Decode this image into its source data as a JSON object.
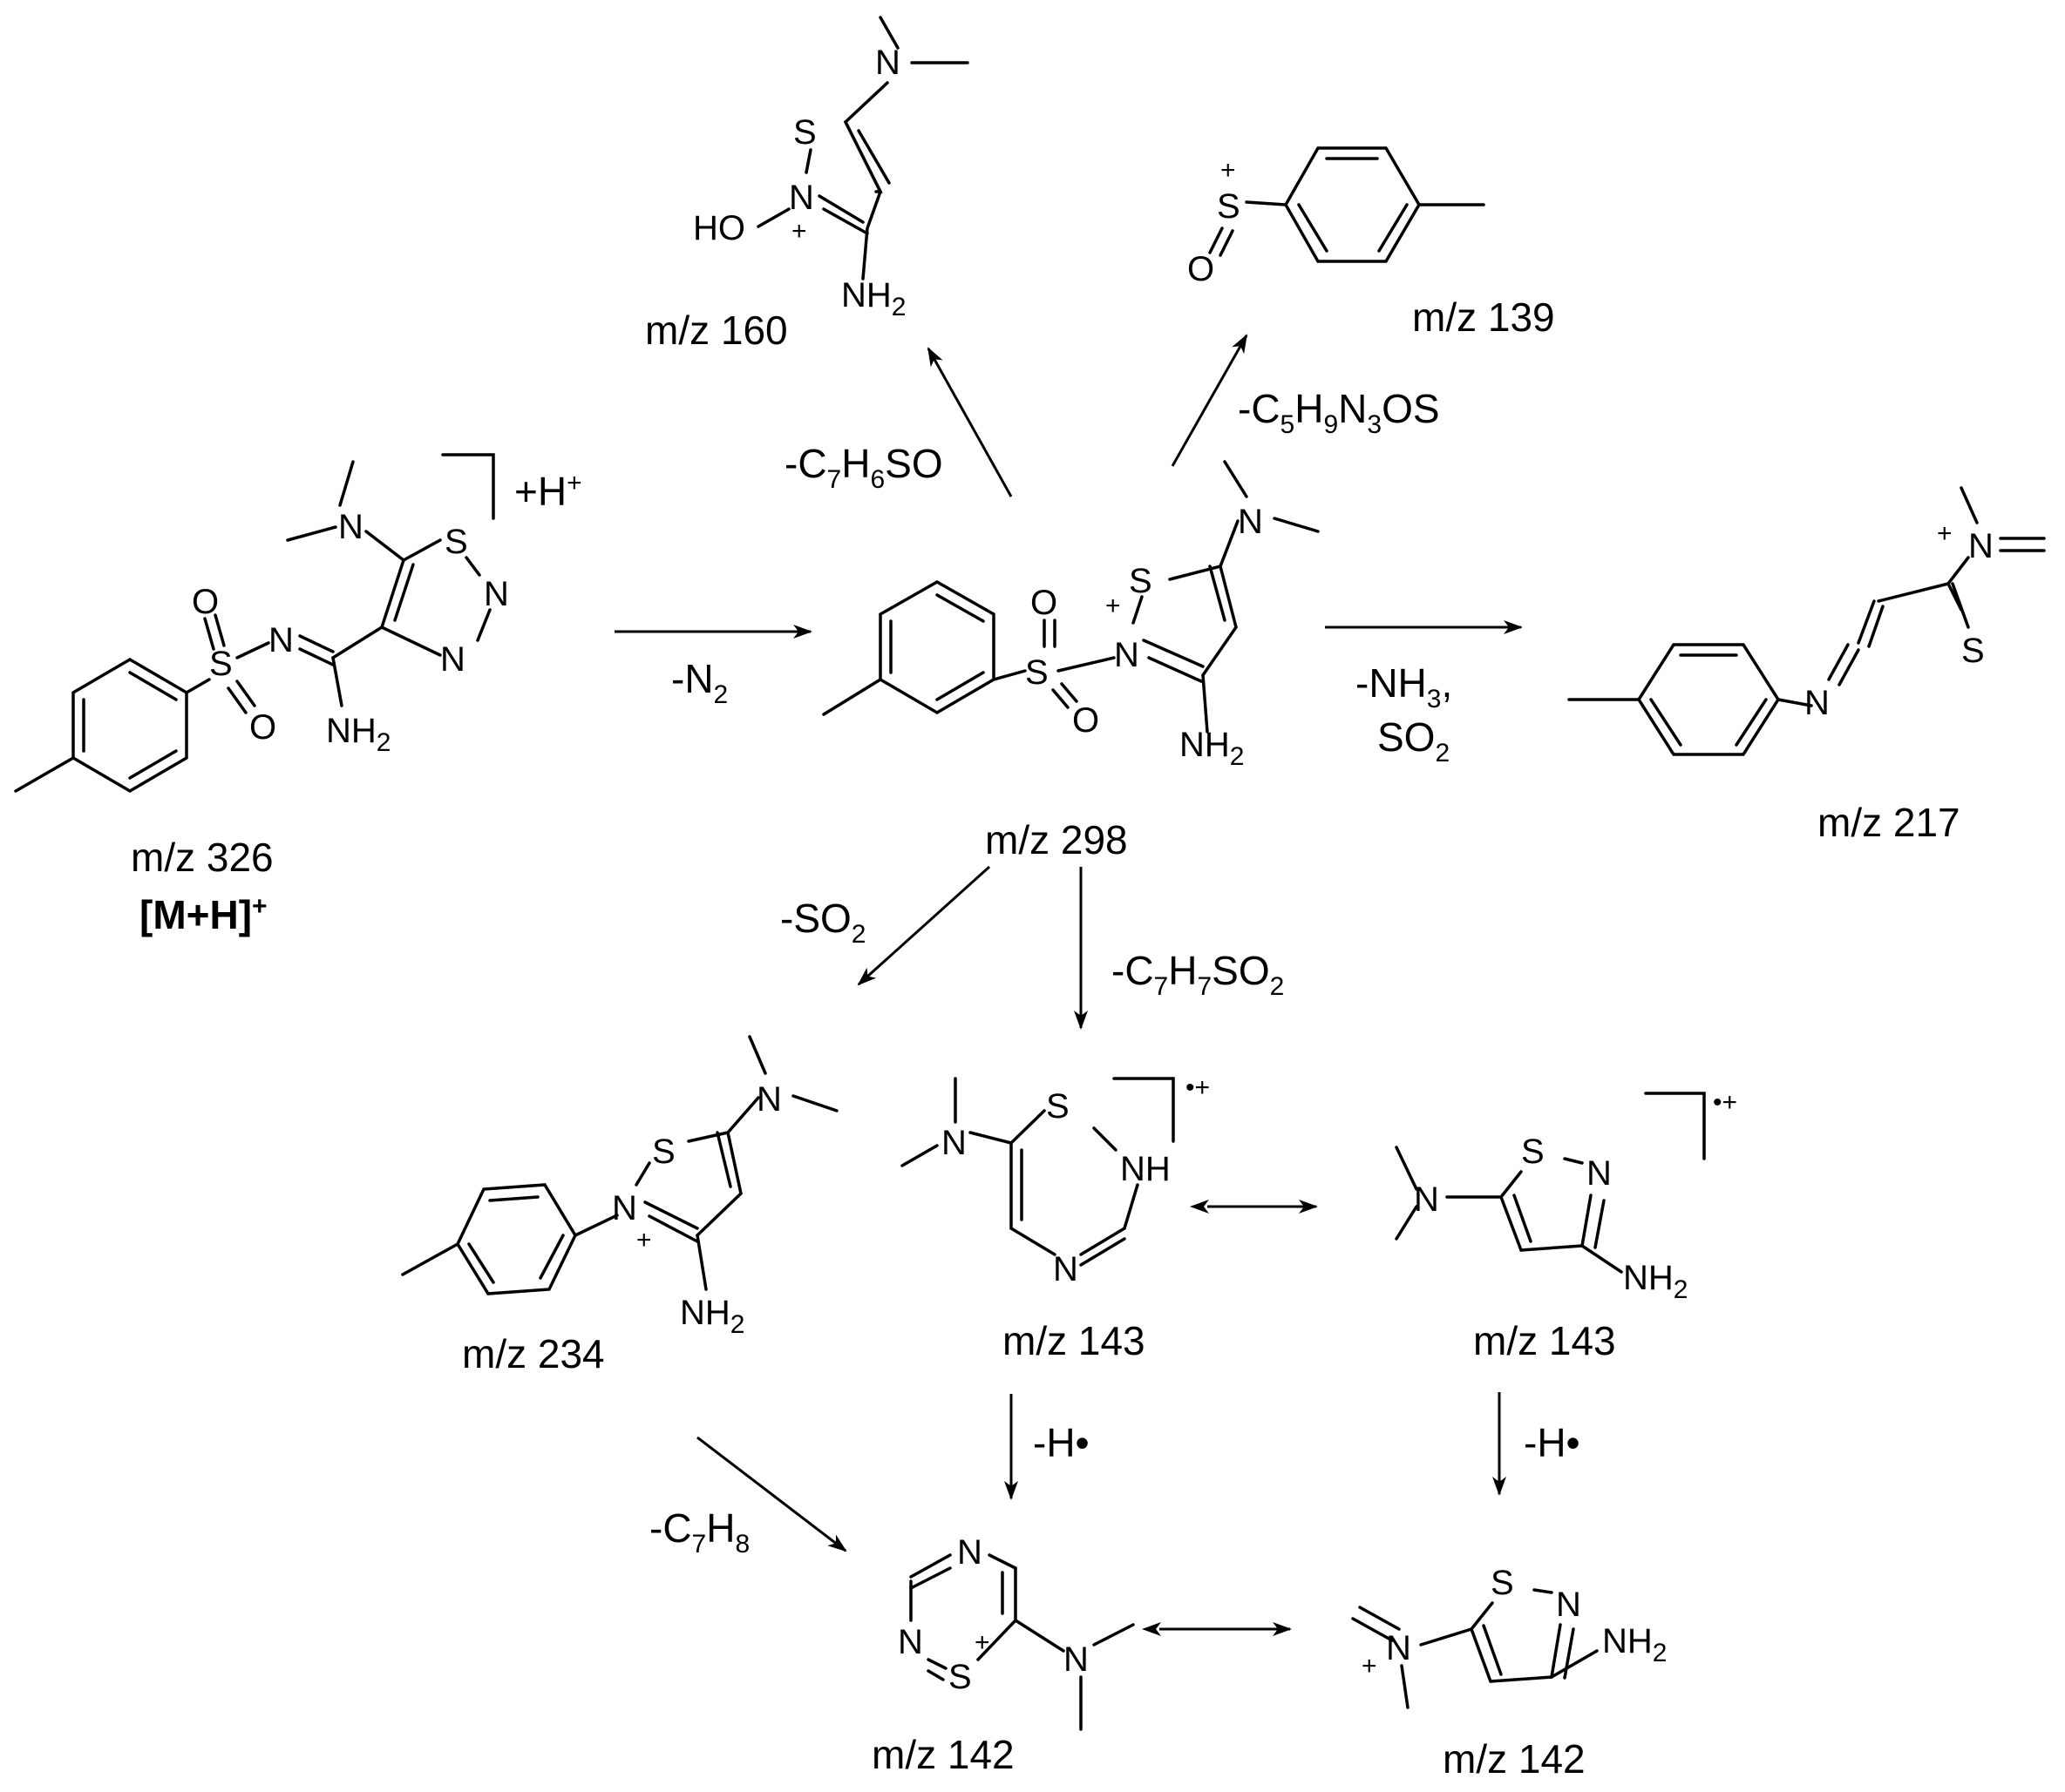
{
  "compounds": [
    {
      "id": "m326",
      "mass_label": "m/z 326",
      "extra_label": "[M+H]",
      "extra_sup": "+",
      "charge_label": "+H",
      "charge_sup": "+"
    },
    {
      "id": "m298",
      "mass_label": "m/z 298"
    },
    {
      "id": "m160",
      "mass_label": "m/z 160"
    },
    {
      "id": "m139",
      "mass_label": "m/z 139"
    },
    {
      "id": "m217",
      "mass_label": "m/z 217"
    },
    {
      "id": "m234",
      "mass_label": "m/z 234"
    },
    {
      "id": "m143a",
      "mass_label": "m/z 143",
      "radical_label": "•+"
    },
    {
      "id": "m143b",
      "mass_label": "m/z 143",
      "radical_label": "•+"
    },
    {
      "id": "m142a",
      "mass_label": "m/z 142"
    },
    {
      "id": "m142b",
      "mass_label": "m/z 142"
    }
  ],
  "losses": {
    "n2": {
      "parts": [
        "-N",
        "2"
      ]
    },
    "c7h6so": {
      "parts": [
        "-C",
        "7",
        "H",
        "6",
        "SO"
      ]
    },
    "c5h9n3os": {
      "parts": [
        "-C",
        "5",
        "H",
        "9",
        "N",
        "3",
        "OS"
      ]
    },
    "nh3_so2": {
      "line1": [
        "-NH",
        "3",
        ","
      ],
      "line2": [
        "SO",
        "2"
      ]
    },
    "so2": {
      "parts": [
        "-SO",
        "2"
      ]
    },
    "c7h7so2": {
      "parts": [
        "-C",
        "7",
        "H",
        "7",
        "SO",
        "2"
      ]
    },
    "h_a": {
      "text": "-H•"
    },
    "h_b": {
      "text": "-H•"
    },
    "c7h8": {
      "parts": [
        "-C",
        "7",
        "H",
        "8"
      ]
    }
  },
  "atoms": {
    "S": "S",
    "N": "N",
    "O": "O",
    "NH": "NH",
    "NH2": [
      "NH",
      "2"
    ],
    "HO": "HO",
    "plus": "+"
  }
}
